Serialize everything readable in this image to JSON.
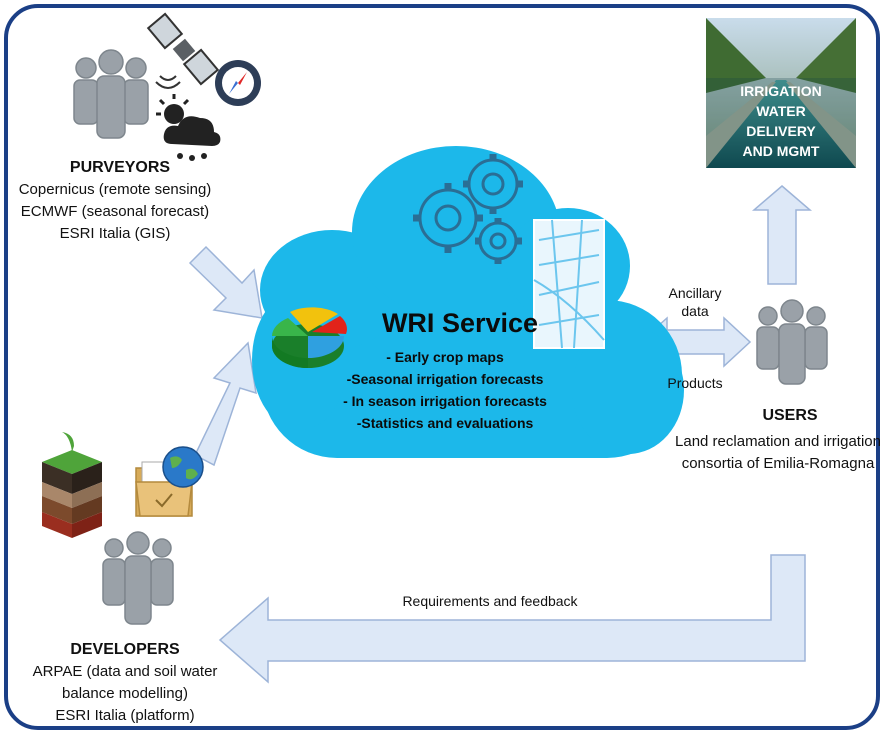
{
  "purveyors": {
    "title": "PURVEYORS",
    "lines": [
      "Copernicus (remote sensing)",
      "ECMWF (seasonal forecast)",
      "ESRI Italia (GIS)"
    ]
  },
  "developers": {
    "title": "DEVELOPERS",
    "lines": [
      "ARPAE (data and soil water",
      "balance modelling)",
      "ESRI Italia (platform)"
    ]
  },
  "users": {
    "title": "USERS",
    "lines": [
      "Land reclamation and irrigation",
      "consortia of Emilia-Romagna"
    ]
  },
  "service": {
    "title": "WRI Service",
    "bullets": [
      "- Early crop maps",
      "-Seasonal irrigation forecasts",
      "- In season irrigation forecasts",
      "-Statistics and evaluations"
    ]
  },
  "irrigation_photo": {
    "lines": [
      "IRRIGATION",
      "WATER",
      "DELIVERY",
      "AND MGMT"
    ]
  },
  "arrows": {
    "ancillary": [
      "Ancillary",
      "data"
    ],
    "products": "Products",
    "feedback": "Requirements and feedback"
  },
  "colors": {
    "frame": "#1b3f86",
    "cloud": "#1cb8ea",
    "arrow_fill": "#dde8f7",
    "arrow_stroke": "#9db4d8",
    "person": "#9aa1a8"
  },
  "icons": [
    "people-icon",
    "satellite-icon",
    "compass-icon",
    "weather-icon",
    "gears-icon",
    "map-icon",
    "pie-chart-icon",
    "soil-layers-icon",
    "ftp-folder-icon",
    "globe-icon"
  ]
}
